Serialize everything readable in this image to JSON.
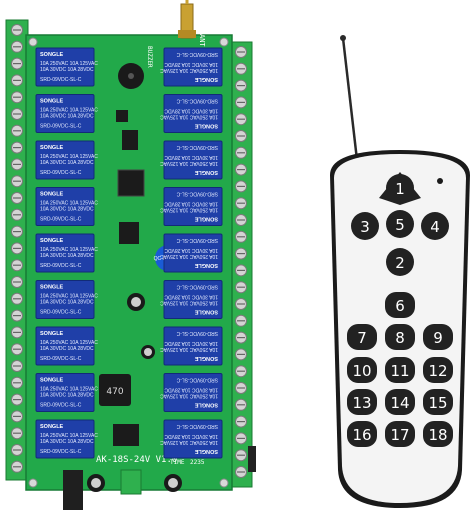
{
  "board": {
    "model_label": "AK-18S-24V V1.0",
    "time_label": "TIME",
    "date_code": "2235",
    "antenna_label": "ANT",
    "buzzer_label": "BUZZER",
    "qc_label": "QC PASSED",
    "inductor_label": "470",
    "relay_brand": "SONGLE",
    "relay_model": "SRD-09VDC-SL-C",
    "relay_rating_lines": [
      "10A 250VAC 10A 125VAC",
      "10A 30VDC 10A 28VDC"
    ],
    "relay_count_left": 9,
    "relay_count_right": 9,
    "colors": {
      "pcb": "#22a94a",
      "relay": "#1f3fa8",
      "terminal": "#2fb04e"
    }
  },
  "remote": {
    "buttons": [
      "1",
      "2",
      "3",
      "4",
      "5",
      "6",
      "7",
      "8",
      "9",
      "10",
      "11",
      "12",
      "13",
      "14",
      "15",
      "16",
      "17",
      "18"
    ],
    "colors": {
      "body": "#f4f4f4",
      "shell": "#1b1b1b",
      "button": "#222222"
    }
  }
}
